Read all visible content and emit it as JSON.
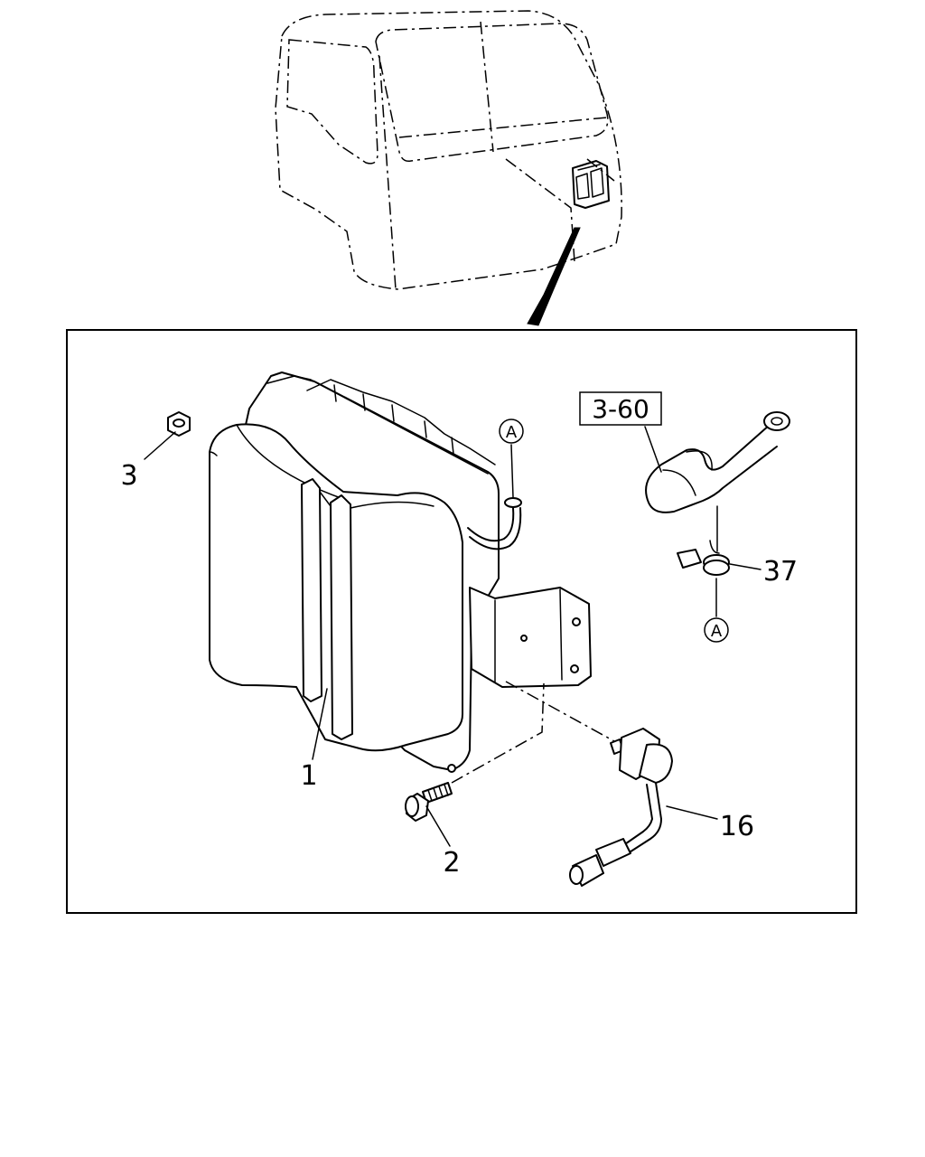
{
  "callouts": {
    "part_1": "1",
    "part_2": "2",
    "part_3": "3",
    "part_16": "16",
    "part_37": "37"
  },
  "reference_box": "3-60",
  "connection_marks": {
    "upper": "A",
    "lower": "A"
  }
}
